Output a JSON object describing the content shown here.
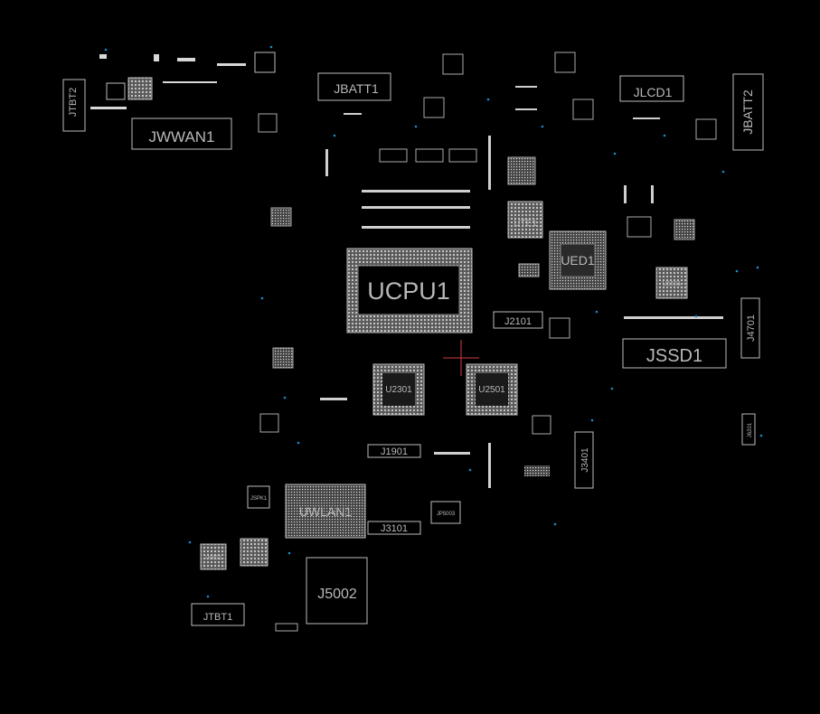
{
  "labels": {
    "jwwan1": "JWWAN1",
    "jtbt2": "JTBT2",
    "jbatt1": "JBATT1",
    "jlcd1": "JLCD1",
    "jbatt2": "JBATT2",
    "ucpu1": "UCPU1",
    "ute1": "UTE1",
    "ued1": "UED1",
    "u5601": "U5601",
    "jssd1": "JSSD1",
    "j2101": "J2101",
    "u2301": "U2301",
    "u2501": "U2501",
    "j1901": "J1901",
    "uwlan1": "UWLAN1",
    "j3101": "J3101",
    "j5002": "J5002",
    "jtbt1": "JTBT1",
    "u6801": "U6801",
    "u3401": "J3401",
    "jp5003": "JP5003",
    "spk": "JSPK1",
    "j4701": "J4701",
    "j6201": "J6201"
  }
}
